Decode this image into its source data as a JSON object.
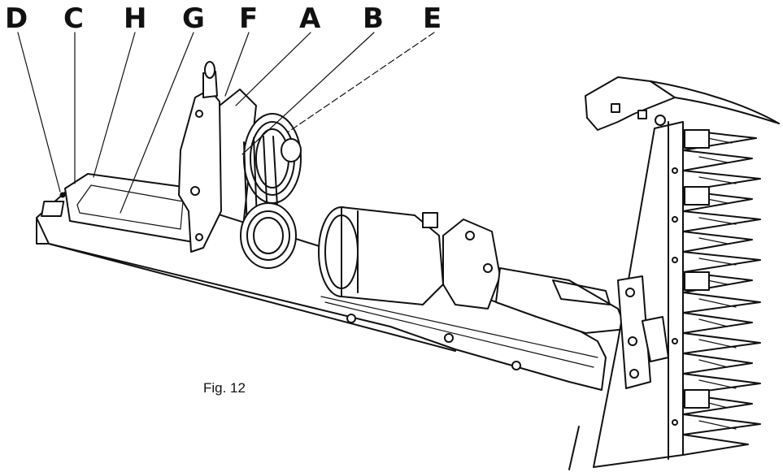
{
  "figure": {
    "caption": "Fig. 12",
    "callouts": [
      {
        "id": "D",
        "label": "D"
      },
      {
        "id": "C",
        "label": "C"
      },
      {
        "id": "H",
        "label": "H"
      },
      {
        "id": "G",
        "label": "G"
      },
      {
        "id": "F",
        "label": "F"
      },
      {
        "id": "A",
        "label": "A"
      },
      {
        "id": "B",
        "label": "B"
      },
      {
        "id": "E",
        "label": "E"
      }
    ]
  }
}
